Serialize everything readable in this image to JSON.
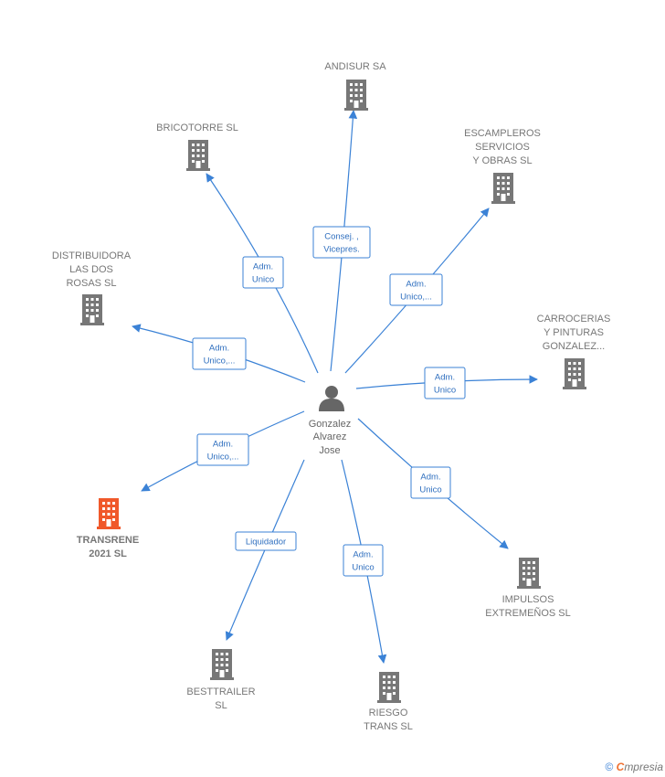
{
  "center": {
    "name_lines": [
      "Gonzalez",
      "Alvarez",
      "Jose"
    ],
    "icon": "person-icon",
    "color": "#666666"
  },
  "companies": [
    {
      "id": "andisur",
      "lines": [
        "ANDISUR SA"
      ],
      "role_lines": [
        "Consej. ,",
        "Vicepres."
      ],
      "highlight": false
    },
    {
      "id": "bricotorre",
      "lines": [
        "BRICOTORRE SL"
      ],
      "role_lines": [
        "Adm.",
        "Unico"
      ],
      "highlight": false
    },
    {
      "id": "escampleros",
      "lines": [
        "ESCAMPLEROS",
        "SERVICIOS",
        "Y OBRAS  SL"
      ],
      "role_lines": [
        "Adm.",
        "Unico,..."
      ],
      "highlight": false
    },
    {
      "id": "distribuidora",
      "lines": [
        "DISTRIBUIDORA",
        "LAS DOS",
        "ROSAS  SL"
      ],
      "role_lines": [
        "Adm.",
        "Unico,..."
      ],
      "highlight": false
    },
    {
      "id": "carrocerias",
      "lines": [
        "CARROCERIAS",
        "Y PINTURAS",
        "GONZALEZ..."
      ],
      "role_lines": [
        "Adm.",
        "Unico"
      ],
      "highlight": false
    },
    {
      "id": "transrene",
      "lines": [
        "TRANSRENE",
        "2021  SL"
      ],
      "role_lines": [
        "Adm.",
        "Unico,..."
      ],
      "highlight": true
    },
    {
      "id": "impulsos",
      "lines": [
        "IMPULSOS",
        "EXTREMEÑOS SL"
      ],
      "role_lines": [
        "Adm.",
        "Unico"
      ],
      "highlight": false
    },
    {
      "id": "besttrailer",
      "lines": [
        "BESTTRAILER",
        "SL"
      ],
      "role_lines": [
        "Liquidador"
      ],
      "highlight": false
    },
    {
      "id": "riesgo",
      "lines": [
        "RIESGO",
        "TRANS SL"
      ],
      "role_lines": [
        "Adm.",
        "Unico"
      ],
      "highlight": false
    }
  ],
  "colors": {
    "edge": "#3b82d6",
    "building": "#777777",
    "building_highlight": "#f0582a",
    "label": "#777777"
  },
  "footer": {
    "copyright_symbol": "©",
    "brand_initial": "C",
    "brand_rest": "mpresia"
  }
}
